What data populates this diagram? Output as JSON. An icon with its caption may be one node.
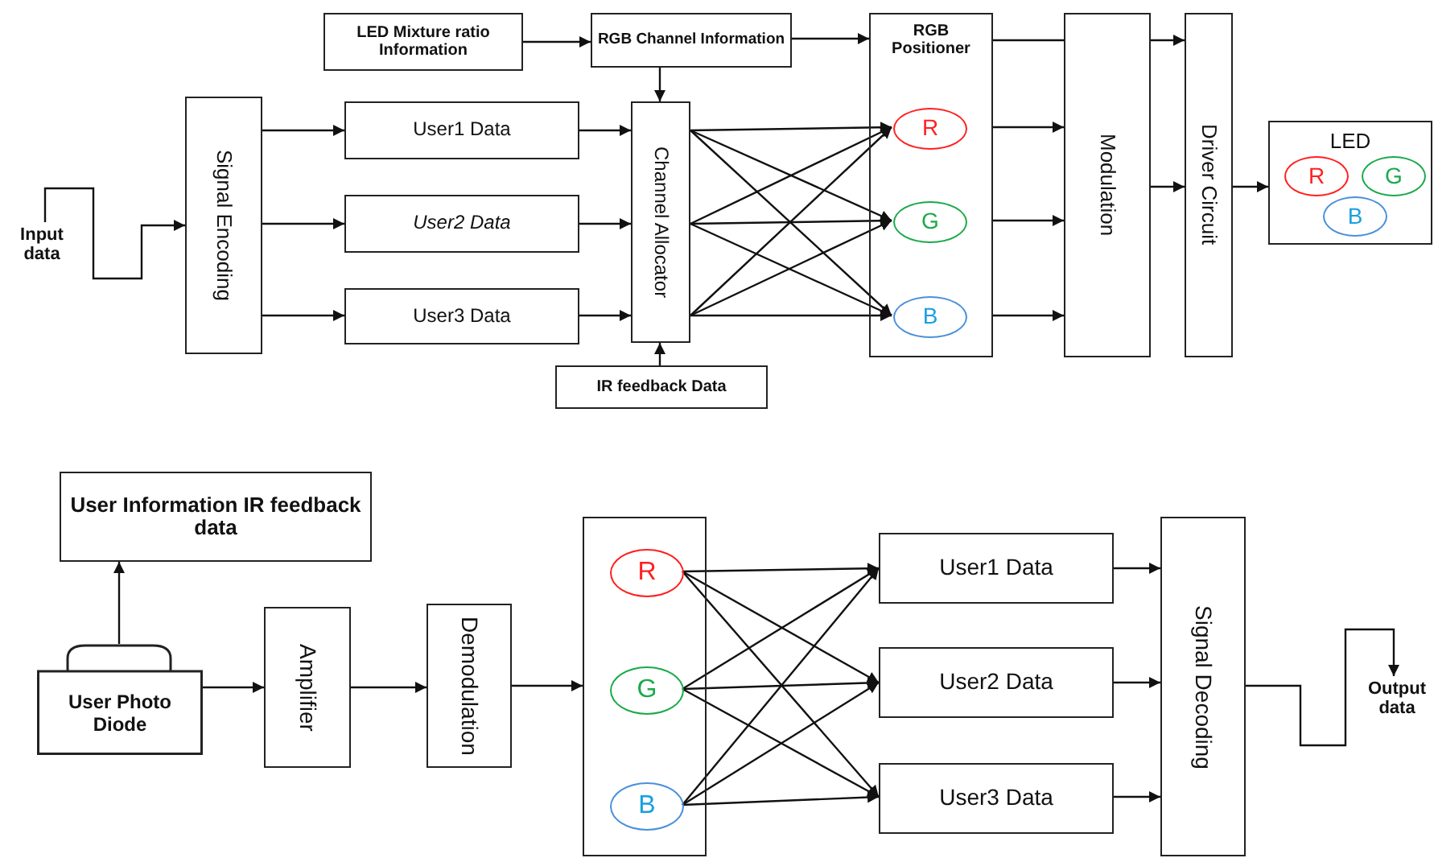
{
  "diagram": {
    "nodes": [
      {
        "text": [
          "LED Mixture ratio Information"
        ]
      },
      {
        "text": [
          "RGB Channel Information"
        ]
      },
      {
        "text": [
          "Input data"
        ]
      },
      {
        "text": [
          "Signal Encoding"
        ]
      },
      {
        "text": [
          "User1 Data"
        ]
      },
      {
        "text": [
          "User2 Data"
        ]
      },
      {
        "text": [
          "User3 Data"
        ]
      },
      {
        "text": [
          "Channel Allocator"
        ]
      },
      {
        "text": [
          "IR feedback Data"
        ]
      },
      {
        "text": [
          "RGB Positioner"
        ]
      },
      {
        "text": [
          "R"
        ],
        "in": 9
      },
      {
        "text": [
          "G"
        ],
        "in": 9
      },
      {
        "text": [
          "B"
        ],
        "in": 9
      },
      {
        "text": [
          "Modulation"
        ]
      },
      {
        "text": [
          "Driver Circuit"
        ]
      },
      {
        "text": [
          "LED"
        ]
      },
      {
        "text": [
          "R"
        ],
        "in": 15
      },
      {
        "text": [
          "G"
        ],
        "in": 15
      },
      {
        "text": [
          "B"
        ],
        "in": 15
      },
      {
        "text": [
          "User Information IR feedback data"
        ]
      },
      {
        "text": [
          "User Photo Diode"
        ]
      },
      {
        "text": [
          "Amplifier"
        ]
      },
      {
        "text": [
          "Demodulation"
        ]
      },
      {
        "text": [],
        "shape": "box"
      },
      {
        "text": [
          "R"
        ],
        "in": 23
      },
      {
        "text": [
          "G"
        ],
        "in": 23
      },
      {
        "text": [
          "B"
        ],
        "in": 23
      },
      {
        "text": [
          "User1 Data"
        ]
      },
      {
        "text": [
          "User2 Data"
        ]
      },
      {
        "text": [
          "User3 Data"
        ]
      },
      {
        "text": [
          "Signal Decoding"
        ]
      },
      {
        "text": [
          "Output data"
        ]
      }
    ],
    "edges": [
      {
        "from": 0,
        "to": 1,
        "arrow": "to"
      },
      {
        "from": 1,
        "to": 7,
        "arrow": "to"
      },
      {
        "from": 1,
        "to": 9,
        "arrow": "to"
      },
      {
        "from": 2,
        "to": 3,
        "arrow": "to"
      },
      {
        "from": 3,
        "to": 4,
        "arrow": "to"
      },
      {
        "from": 3,
        "to": 5,
        "arrow": "to"
      },
      {
        "from": 3,
        "to": 6,
        "arrow": "to"
      },
      {
        "from": 4,
        "to": 7,
        "arrow": "to"
      },
      {
        "from": 5,
        "to": 7,
        "arrow": "to"
      },
      {
        "from": 6,
        "to": 7,
        "arrow": "to"
      },
      {
        "from": 8,
        "to": 7,
        "arrow": "to"
      },
      {
        "from": 7,
        "to": 10,
        "arrow": "to"
      },
      {
        "from": 7,
        "to": 11,
        "arrow": "to"
      },
      {
        "from": 7,
        "to": 12,
        "arrow": "to"
      },
      {
        "from": 7,
        "to": 10,
        "arrow": "to"
      },
      {
        "from": 7,
        "to": 11,
        "arrow": "to"
      },
      {
        "from": 7,
        "to": 12,
        "arrow": "to"
      },
      {
        "from": 7,
        "to": 10,
        "arrow": "to"
      },
      {
        "from": 7,
        "to": 11,
        "arrow": "to"
      },
      {
        "from": 7,
        "to": 12,
        "arrow": "to"
      },
      {
        "from": 9,
        "to": 13,
        "arrow": "none"
      },
      {
        "from": 9,
        "to": 13,
        "arrow": "to"
      },
      {
        "from": 9,
        "to": 13,
        "arrow": "to"
      },
      {
        "from": 9,
        "to": 13,
        "arrow": "to"
      },
      {
        "from": 13,
        "to": 14,
        "arrow": "to"
      },
      {
        "from": 13,
        "to": 14,
        "arrow": "to"
      },
      {
        "from": 14,
        "to": 15,
        "arrow": "to"
      },
      {
        "from": 20,
        "to": 19,
        "arrow": "to"
      },
      {
        "from": 20,
        "to": 21,
        "arrow": "to"
      },
      {
        "from": 21,
        "to": 22,
        "arrow": "to"
      },
      {
        "from": 22,
        "to": 23,
        "arrow": "to"
      },
      {
        "from": 24,
        "to": 27,
        "arrow": "to"
      },
      {
        "from": 24,
        "to": 28,
        "arrow": "to"
      },
      {
        "from": 24,
        "to": 29,
        "arrow": "to"
      },
      {
        "from": 25,
        "to": 27,
        "arrow": "to"
      },
      {
        "from": 25,
        "to": 28,
        "arrow": "to"
      },
      {
        "from": 25,
        "to": 29,
        "arrow": "to"
      },
      {
        "from": 26,
        "to": 27,
        "arrow": "to"
      },
      {
        "from": 26,
        "to": 28,
        "arrow": "to"
      },
      {
        "from": 26,
        "to": 29,
        "arrow": "to"
      },
      {
        "from": 27,
        "to": 30,
        "arrow": "to"
      },
      {
        "from": 28,
        "to": 30,
        "arrow": "to"
      },
      {
        "from": 29,
        "to": 30,
        "arrow": "to"
      },
      {
        "from": 30,
        "to": 31,
        "arrow": "to"
      }
    ]
  }
}
